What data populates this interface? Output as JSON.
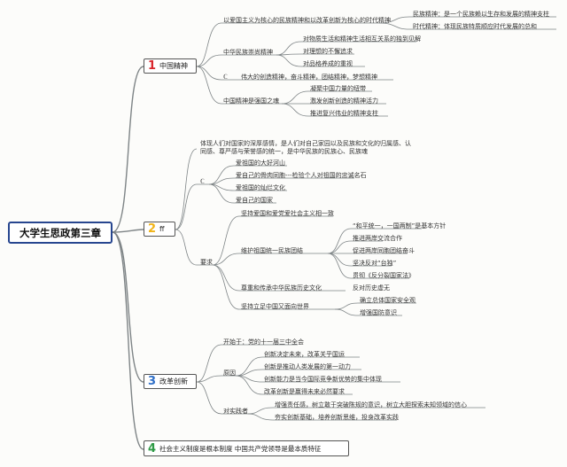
{
  "root": "大学生思政第三章",
  "colors": {
    "n1": "#d9262c",
    "n2": "#f1b417",
    "n3": "#2f6fc7",
    "n4": "#2e9a45",
    "rootBorder": "#27468f"
  },
  "n1": {
    "num": "1",
    "label": "中国精神",
    "c1": "以爱国主义为核心的民族精神和以改革创新为核心的时代精神",
    "c1a": "民族精神：是一个民族赖以生存和发展的精神支柱",
    "c1b": "时代精神：体现民族特质顺应时代发展的总和",
    "c2": "中华民族崇尚精神",
    "c2a": "对物质生活和精神生活相互关系的独到见解",
    "c2b": "对理想的不懈追求",
    "c2c": "对品格养成的重视",
    "c3": "ℂ",
    "c3a": "伟大的创造精神，奋斗精神，团结精神，梦想精神",
    "c4": "中国精神是强国之魂",
    "c4a": "凝聚中国力量的纽带",
    "c4b": "激发创新创造的精神活力",
    "c4c": "推进复兴伟业的精神支柱"
  },
  "n2": {
    "num": "2",
    "label": "ff",
    "intro": "体现人们对国家的深厚感情，是人们对自己家园以及民族和文化的归属感、认同感、尊严感与荣誉感的统一，是中华民族的民族心、民族魂",
    "c1": "ℂ",
    "c1a": "爱祖国的大好河山",
    "c1b": "爱自己的骨肉同胞---检验个人对祖国的忠诚名石",
    "c1c": "爱祖国的灿烂文化",
    "c1d": "爱自己的国家",
    "req": "要求",
    "r1": "坚持爱国和爱党爱社会主义相一致",
    "r2": "维护祖国统一民族团结",
    "r2a": "“和平统一，一国两制”是基本方针",
    "r2b": "推进两岸交流合作",
    "r2c": "促进两岸同胞团结奋斗",
    "r2d": "坚决反对“台独”",
    "r2e": "贯彻《反分裂国家法》",
    "r3": "尊重和传承中华民族历史文化",
    "r3a": "反对历史虚无",
    "r4": "坚持立足中国又面向世界",
    "r4a": "确立总体国家安全观",
    "r4b": "增强国防意识"
  },
  "n3": {
    "num": "3",
    "label": "改革创新",
    "start": "开始于：党的十一届三中全会",
    "reason": "原因",
    "re1": "创新决定未来，改革关乎国运",
    "re2": "创新是推动人类发展的第一动力",
    "re3": "创新能力是当今国际竞争新优势的集中体现",
    "re4": "改革创新是赢得未来必然要求",
    "practice": "对实践者",
    "p1": "增强责任感，树立敢于突破陈规的意识，树立大胆探索未知领域的信心",
    "p2": "夯实创新基础，培养创新思维，投身改革实践"
  },
  "n4": {
    "num": "4",
    "label": "社会主义制度是根本制度 中国共产党领导是最本质特征"
  }
}
